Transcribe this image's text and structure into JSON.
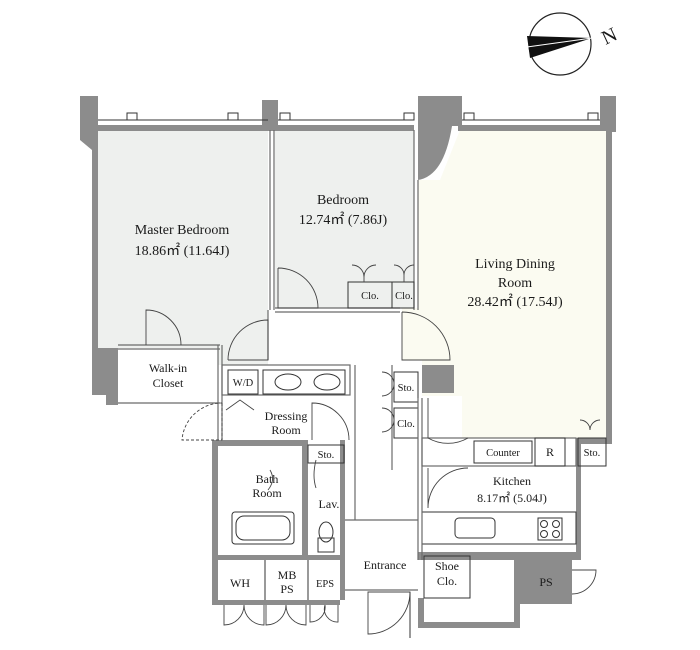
{
  "compass": {
    "north_label": "N",
    "icon": "north-arrow-icon"
  },
  "rooms": {
    "master_bedroom": {
      "name": "Master Bedroom",
      "area": "18.86㎡ (11.64J)"
    },
    "bedroom": {
      "name": "Bedroom",
      "area": "12.74㎡ (7.86J)"
    },
    "living": {
      "name_line1": "Living Dining",
      "name_line2": "Room",
      "area": "28.42㎡ (17.54J)"
    },
    "walkin": {
      "line1": "Walk-in",
      "line2": "Closet"
    },
    "wd": "W/D",
    "dressing": {
      "line1": "Dressing",
      "line2": "Room"
    },
    "sto_dressing": "Sto.",
    "bath": {
      "line1": "Bath",
      "line2": "Room"
    },
    "lav": "Lav.",
    "kitchen": {
      "name": "Kitchen",
      "area": "8.17㎡ (5.04J)"
    },
    "counter": "Counter",
    "fridge": "R",
    "sto_kitchen": "Sto.",
    "sto_hall_1": "Sto.",
    "sto_hall_2": "Clo.",
    "clo_1": "Clo.",
    "clo_2": "Clo.",
    "entrance": "Entrance",
    "shoe": {
      "line1": "Shoe",
      "line2": "Clo."
    },
    "ps": "PS",
    "wh": "WH",
    "mbps": {
      "line1": "MB",
      "line2": "PS"
    },
    "eps": "EPS"
  },
  "colors": {
    "bedroom_fill": "#eef0ee",
    "living_fill": "#fbfbf1",
    "wall": "#8c8c8c"
  }
}
